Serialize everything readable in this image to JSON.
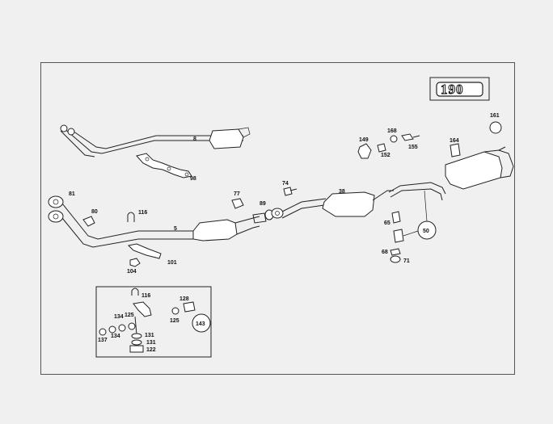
{
  "model_badge": "190",
  "labels": {
    "p8": "8",
    "p98": "98",
    "p81": "81",
    "p80": "80",
    "p116": "116",
    "p5": "5",
    "p101": "101",
    "p104": "104",
    "p77": "77",
    "p89": "89",
    "p74": "74",
    "p38": "38",
    "p149": "149",
    "p168": "168",
    "p152": "152",
    "p155": "155",
    "p164": "164",
    "p161": "161",
    "p65": "65",
    "p50": "50",
    "p68": "68",
    "p71": "71"
  },
  "detail_labels": {
    "p116": "116",
    "p128": "128",
    "p134a": "134",
    "p125a": "125",
    "p125b": "125",
    "p143": "143",
    "p134b": "134",
    "p137": "137",
    "p131a": "131",
    "p131b": "131",
    "p122": "122"
  }
}
